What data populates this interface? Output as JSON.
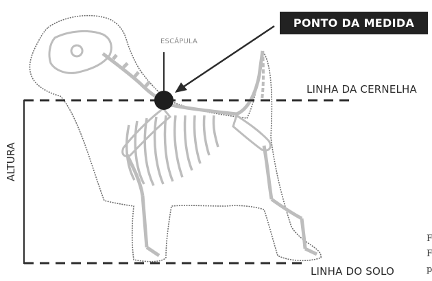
{
  "labels": {
    "measure_point": "PONTO DA MEDIDA",
    "scapula": "ESCÁPULA",
    "withers_line": "LINHA DA CERNELHA",
    "ground_line": "LINHA DO SOLO",
    "height": "ALTURA"
  },
  "cut_text": [
    "F",
    "F",
    "p"
  ],
  "colors": {
    "ink": "#2b2b2b",
    "banner_bg": "#222222",
    "banner_text": "#ffffff",
    "skeleton": "#bdbdbd",
    "outline": "#6e6e6e",
    "label_grey": "#8a8a8a"
  }
}
